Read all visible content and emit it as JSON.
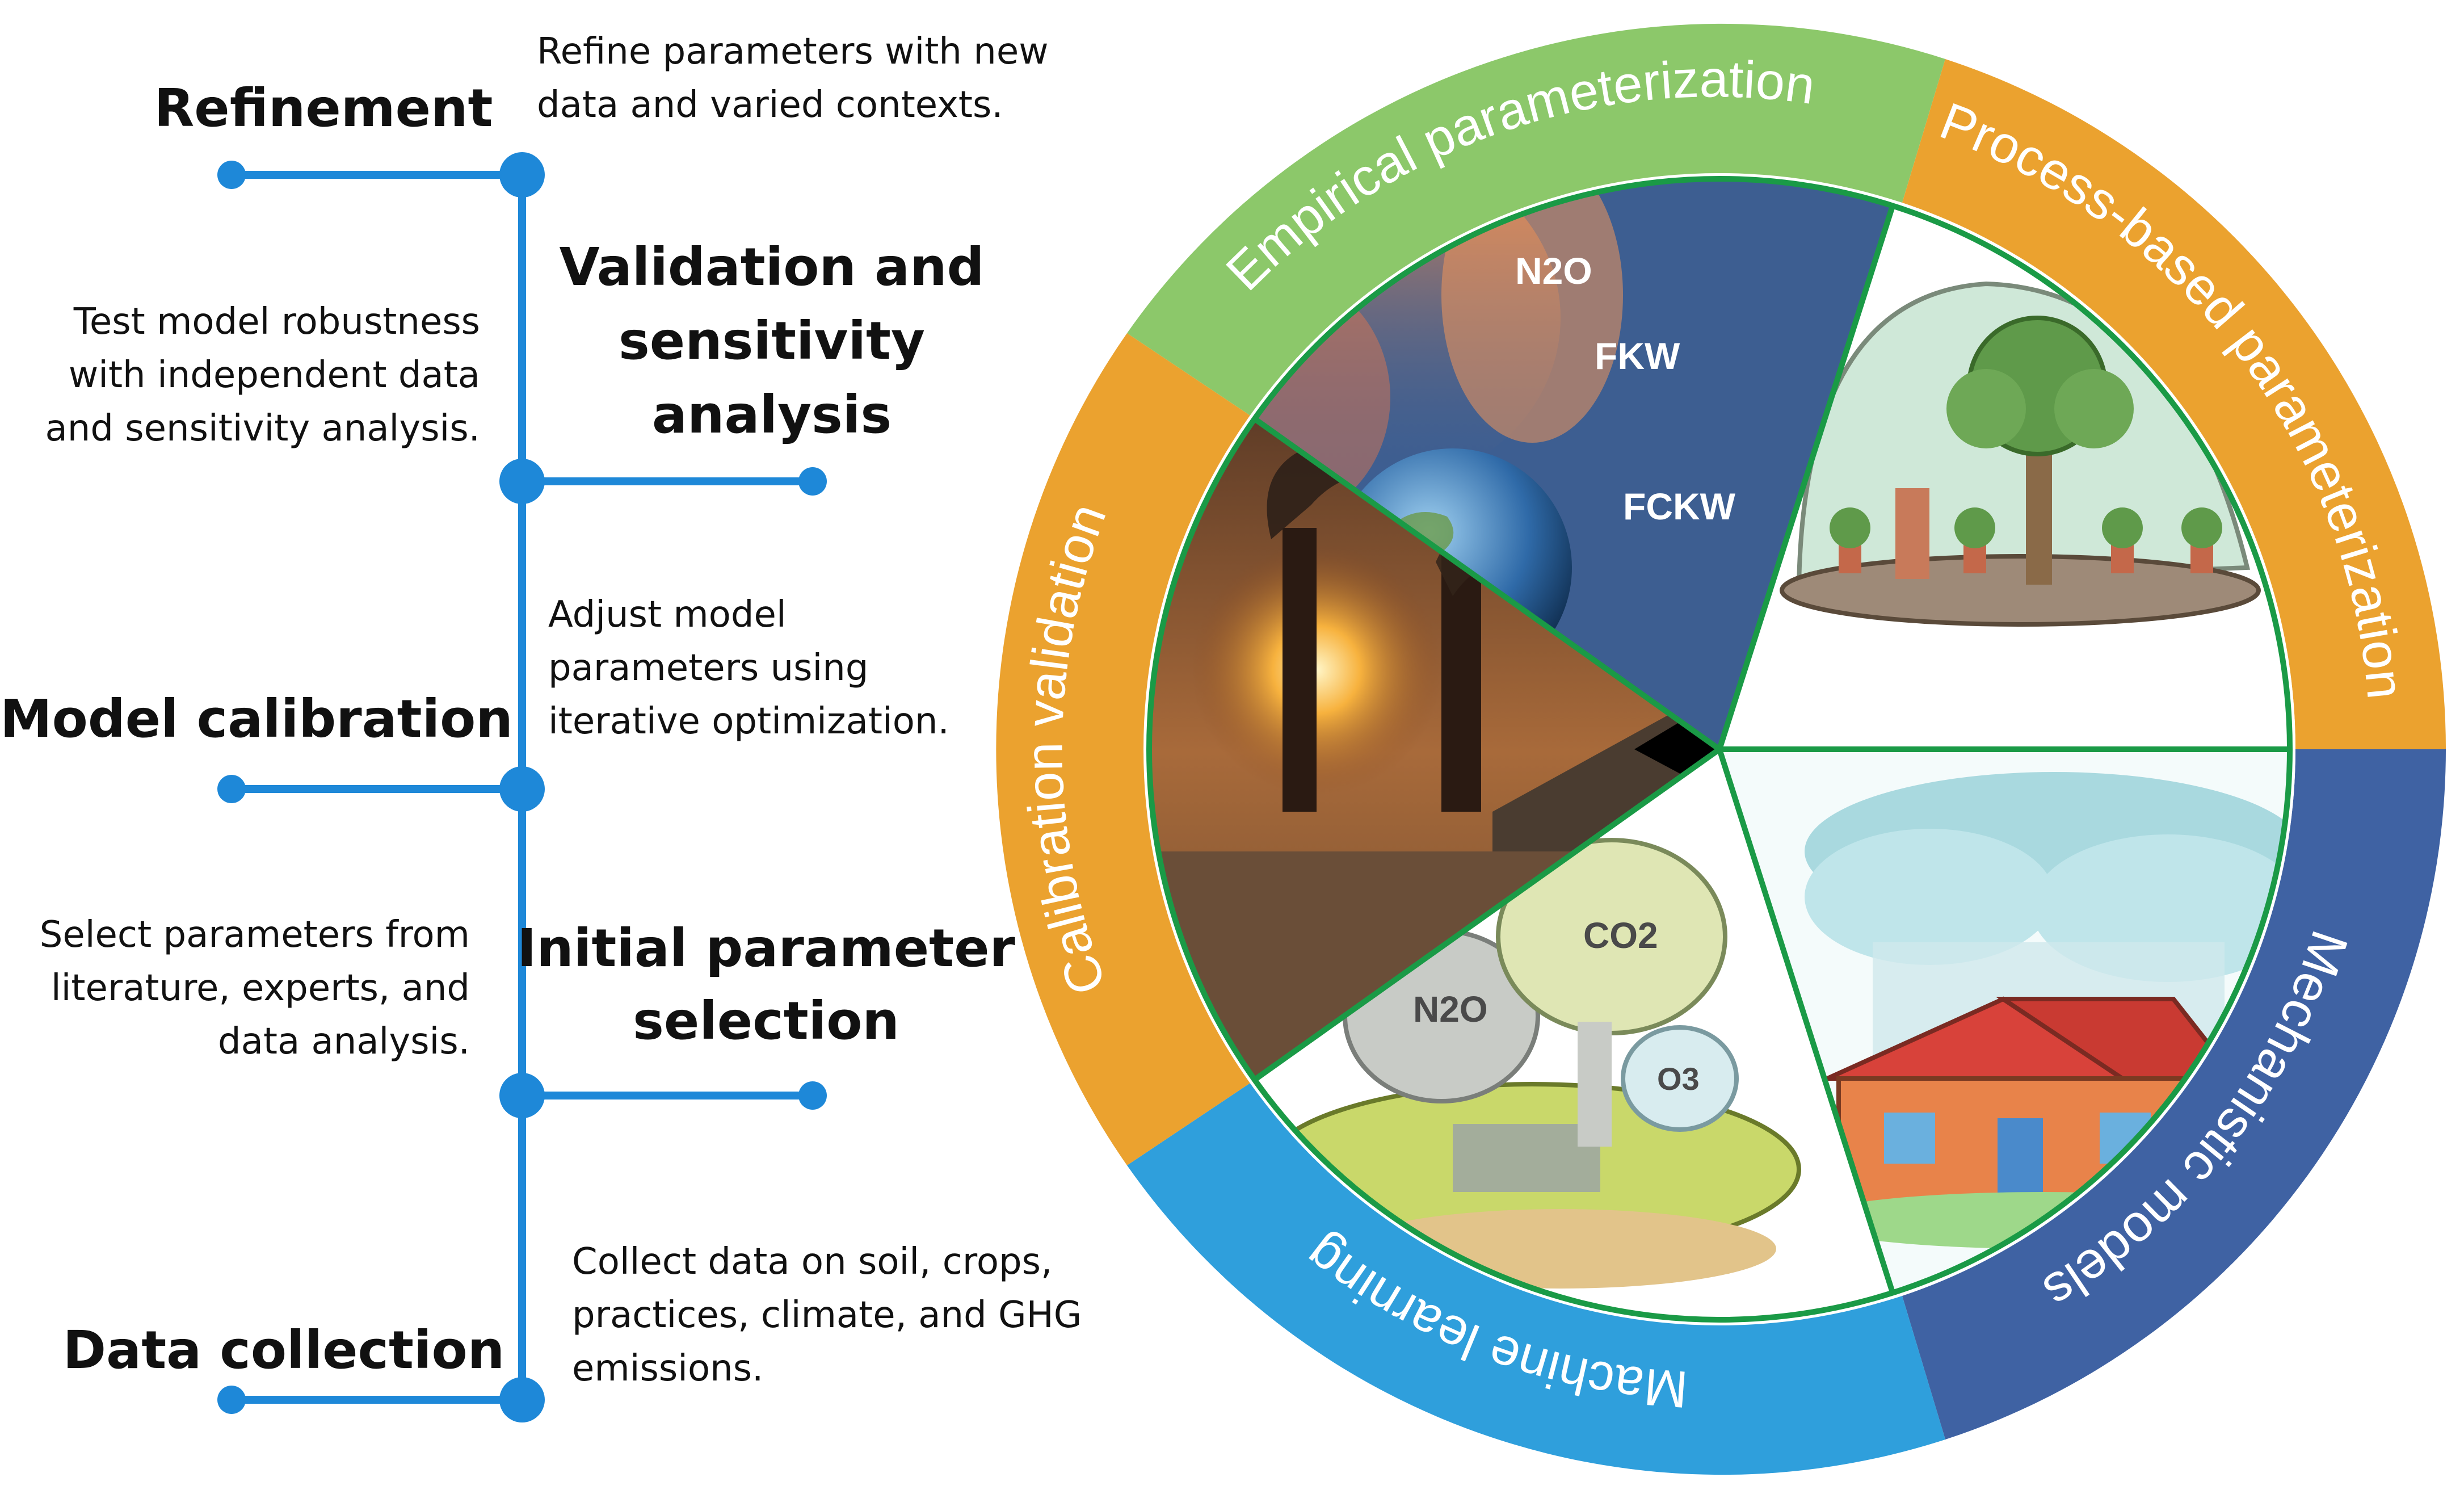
{
  "timeline": {
    "steps": [
      {
        "title_lines": [
          "Refinement"
        ],
        "desc_lines": [
          "Refine parameters with new",
          "data and varied contexts."
        ]
      },
      {
        "title_lines": [
          "Validation and",
          "sensitivity",
          "analysis"
        ],
        "desc_lines": [
          "Test model robustness",
          "with independent data",
          "and sensitivity analysis."
        ]
      },
      {
        "title_lines": [
          "Model calibration"
        ],
        "desc_lines": [
          "Adjust model",
          "parameters using",
          "iterative optimization."
        ]
      },
      {
        "title_lines": [
          "Initial parameter",
          "selection"
        ],
        "desc_lines": [
          "Select parameters from",
          "literature, experts, and",
          "data analysis."
        ]
      },
      {
        "title_lines": [
          "Data collection"
        ],
        "desc_lines": [
          "Collect data on soil, crops,",
          "practices, climate, and GHG",
          "emissions."
        ]
      }
    ],
    "line_color": "#1e88d8"
  },
  "wheel": {
    "segments": [
      {
        "label": "Empirical parameterization",
        "color": "#8cc86a"
      },
      {
        "label": "Process-based parameterization",
        "color": "#eba22f"
      },
      {
        "label": "Mechanistic models",
        "color": "#3f62a3"
      },
      {
        "label": "Machine learning",
        "color": "#2f9fdc"
      },
      {
        "label": "Calibration validation",
        "color": "#eba22f"
      }
    ],
    "divider_color": "#1a9a46",
    "illustration_text": {
      "gas_n2o": "N2O",
      "fkw": "FKW",
      "fckw": "FCKW",
      "co2": "CO2",
      "n2o_cloud": "N2O",
      "o3": "O3"
    }
  }
}
